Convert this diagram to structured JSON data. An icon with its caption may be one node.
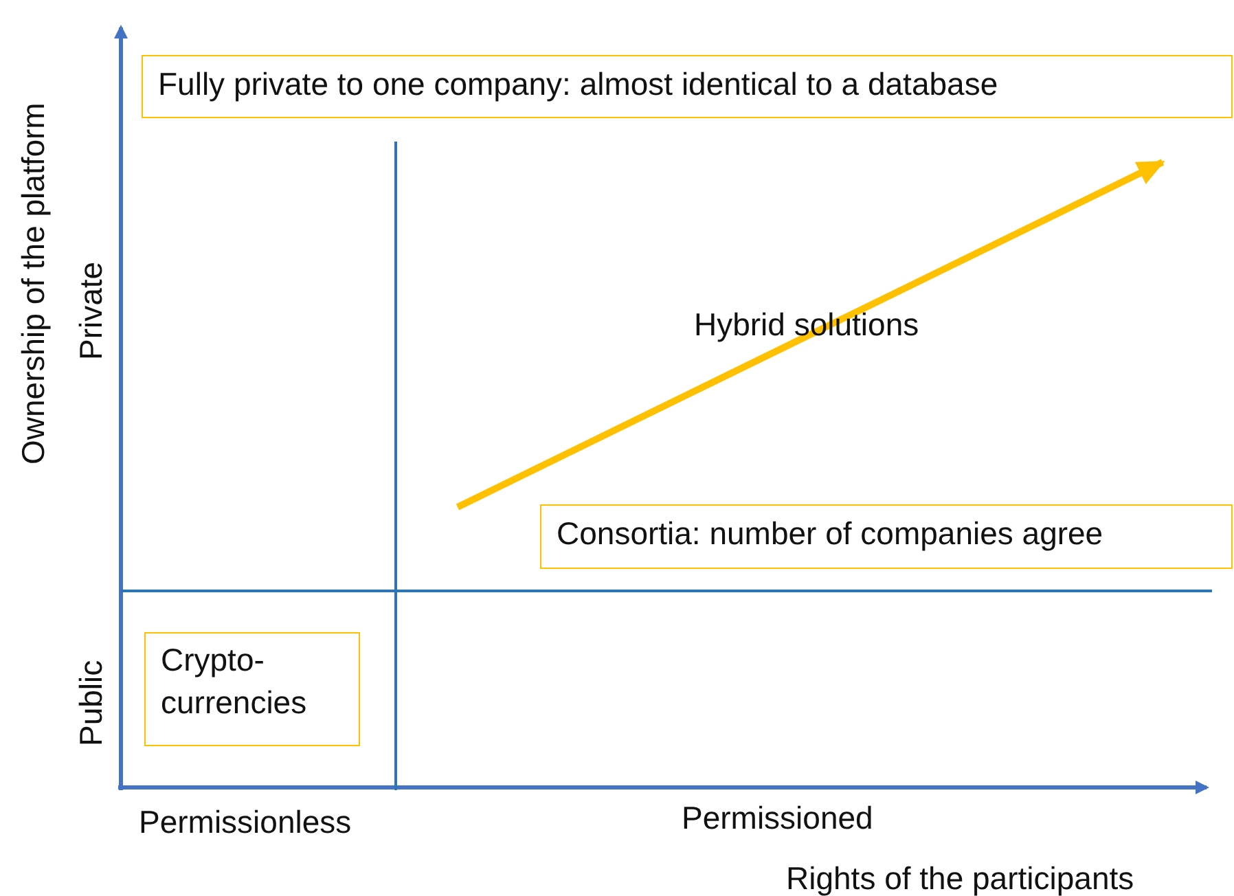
{
  "diagram": {
    "nodes": [
      {
        "text": [
          "Fully private to one company: almost identical to a database"
        ]
      },
      {
        "text": [
          "Consortia: number of companies agree"
        ]
      },
      {
        "text": [
          "Crypto-currencies"
        ]
      }
    ],
    "labels": [
      "Ownership of the platform",
      "Private",
      "Hybrid solutions",
      "Public",
      "Permissionless",
      "Permissioned",
      "Rights of the participants"
    ]
  }
}
